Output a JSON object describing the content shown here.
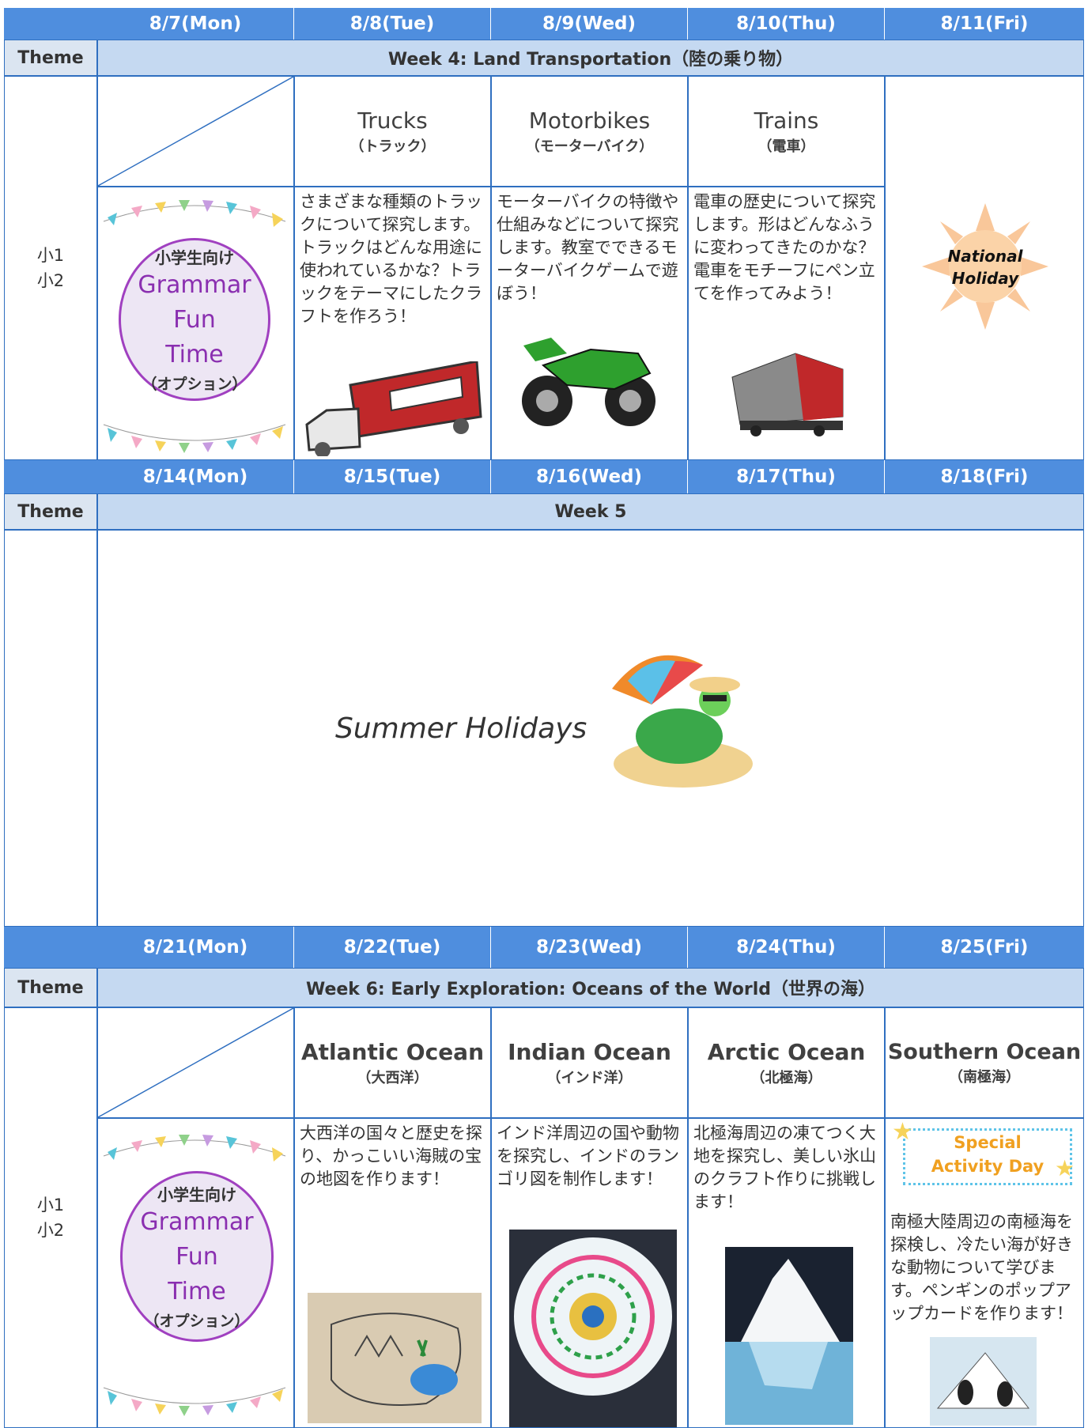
{
  "weeks": [
    {
      "days": [
        "8/7(Mon)",
        "8/8(Tue)",
        "8/9(Wed)",
        "8/10(Thu)",
        "8/11(Fri)"
      ],
      "theme_label": "Theme",
      "theme": "Week 4: Land Transportation（陸の乗り物）",
      "grade": [
        "小1",
        "小2"
      ],
      "option": {
        "a": "小学生向け",
        "b1": "Grammar",
        "b2": "Fun",
        "b3": "Time",
        "c": "（オプション）"
      },
      "topics": [
        {
          "title": "Trucks",
          "sub": "（トラック）"
        },
        {
          "title": "Motorbikes",
          "sub": "（モーターバイク）"
        },
        {
          "title": "Trains",
          "sub": "（電車）"
        }
      ],
      "descs": [
        "さまざまな種類のトラックについて探究します。トラックはどんな用途に使われているかな？トラックをテーマにしたクラフトを作ろう！",
        "モーターバイクの特徴や仕組みなどについて探究します。教室でできるモーターバイクゲームで遊ぼう！",
        "電車の歴史について探究します。形はどんなふうに変わってきたのかな？電車をモチーフにペン立てを作ってみよう！"
      ],
      "holiday": [
        "National",
        "Holiday"
      ]
    },
    {
      "days": [
        "8/14(Mon)",
        "8/15(Tue)",
        "8/16(Wed)",
        "8/17(Thu)",
        "8/18(Fri)"
      ],
      "theme_label": "Theme",
      "theme": "Week 5",
      "summer": "Summer Holidays"
    },
    {
      "days": [
        "8/21(Mon)",
        "8/22(Tue)",
        "8/23(Wed)",
        "8/24(Thu)",
        "8/25(Fri)"
      ],
      "theme_label": "Theme",
      "theme": "Week 6: Early Exploration: Oceans of the World（世界の海）",
      "grade": [
        "小1",
        "小2"
      ],
      "option": {
        "a": "小学生向け",
        "b1": "Grammar",
        "b2": "Fun",
        "b3": "Time",
        "c": "（オプション）"
      },
      "topics": [
        {
          "title": "Atlantic Ocean",
          "sub": "（大西洋）"
        },
        {
          "title": "Indian Ocean",
          "sub": "（インド洋）"
        },
        {
          "title": "Arctic Ocean",
          "sub": "（北極海）"
        },
        {
          "title": "Southern Ocean",
          "sub": "（南極海）"
        }
      ],
      "descs": [
        "大西洋の国々と歴史を探り、かっこいい海賊の宝の地図を作ります！",
        "インド洋周辺の国や動物を探究し、インドのランゴリ図を制作します！",
        "北極海周辺の凍てつく大地を探究し、美しい氷山のクラフト作りに挑戦します！",
        "南極大陸周辺の南極海を探検し、冷たい海が好きな動物について学びます。ペンギンのポップアップカードを作ります！"
      ],
      "special": [
        "Special",
        "Activity Day"
      ]
    }
  ]
}
